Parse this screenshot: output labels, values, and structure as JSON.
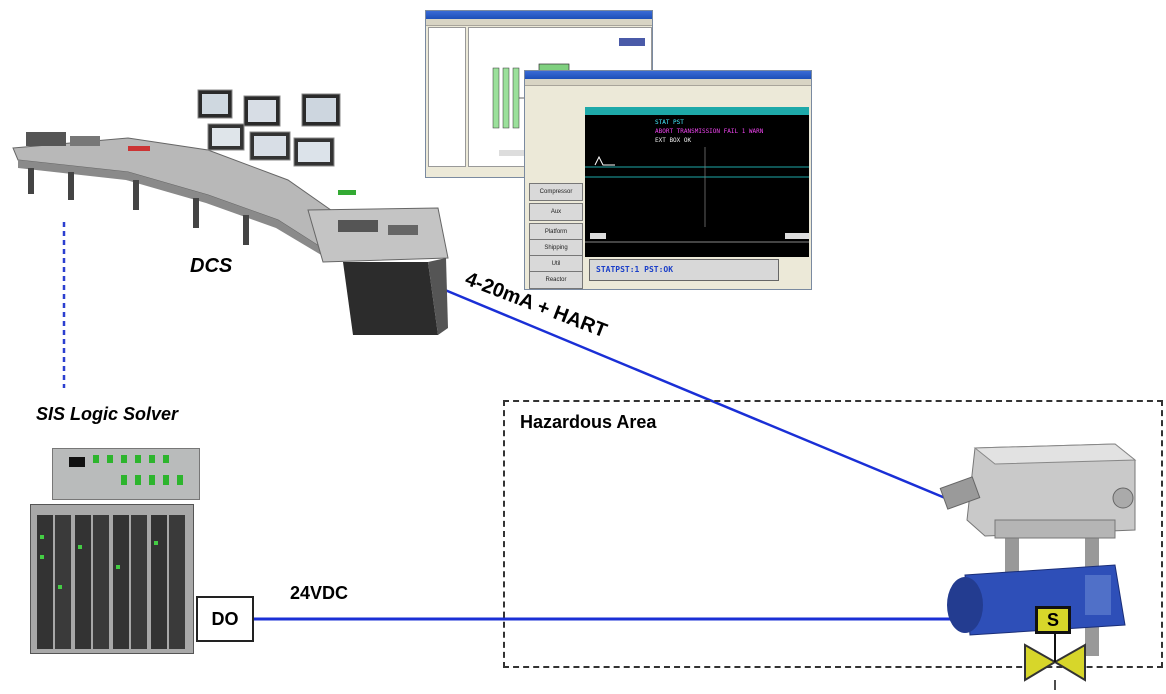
{
  "labels": {
    "dcs": "DCS",
    "sis": "SIS Logic Solver",
    "signal_hart": "4-20mA + HART",
    "hazardous_area": "Hazardous Area",
    "signal_24vdc": "24VDC",
    "do": "DO",
    "solenoid": "S"
  },
  "hmi_buttons": [
    "Compressor",
    "Aux",
    "Platform",
    "Shipping",
    "Util",
    "Reactor"
  ],
  "hmi_status": "STATPST:1  PST:OK",
  "hmi_top_lines": [
    "STAT PST",
    "ABORT TRANSMISSION FAIL 1 WARN",
    "EXT BOX OK"
  ],
  "colors": {
    "signal_line": "#1a2fd6",
    "dcs_link": "#2b3fd0",
    "solenoid_fill": "#d7d62a",
    "actuator_blue": "#2e4fb8"
  }
}
